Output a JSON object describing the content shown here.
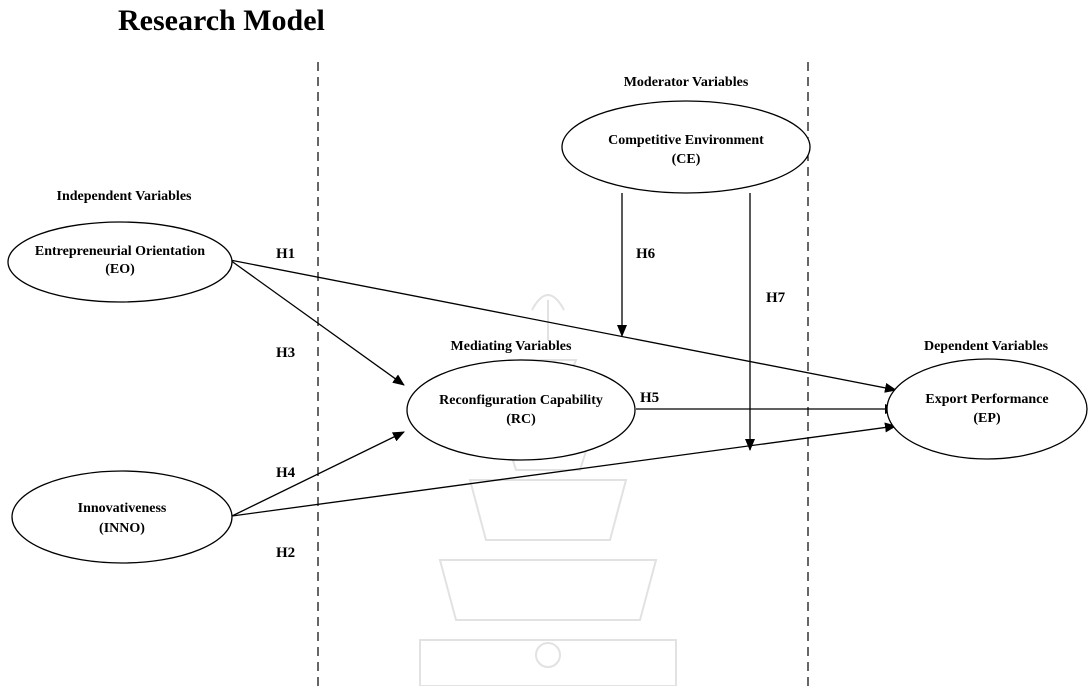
{
  "title": "Research Model",
  "sections": {
    "independent": "Independent Variables",
    "moderator": "Moderator Variables",
    "mediating": "Mediating  Variables",
    "dependent": "Dependent Variables"
  },
  "nodes": {
    "eo": {
      "line1": "Entrepreneurial Orientation",
      "line2": "(EO)"
    },
    "inno": {
      "line1": "Innovativeness",
      "line2": "(INNO)"
    },
    "ce": {
      "line1": "Competitive Environment",
      "line2": "(CE)"
    },
    "rc": {
      "line1": "Reconfiguration Capability",
      "line2": "(RC)"
    },
    "ep": {
      "line1": "Export Performance",
      "line2": "(EP)"
    }
  },
  "hypotheses": {
    "h1": "H1",
    "h2": "H2",
    "h3": "H3",
    "h4": "H4",
    "h5": "H5",
    "h6": "H6",
    "h7": "H7"
  },
  "colors": {
    "stroke": "#000000",
    "watermark": "#e6e6e6"
  }
}
